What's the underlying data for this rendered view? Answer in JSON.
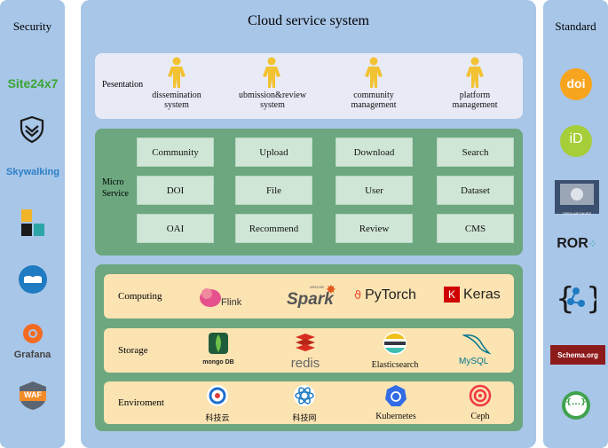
{
  "security": {
    "title": "Security",
    "items": [
      {
        "name": "site24x7",
        "text": "Site24x7"
      },
      {
        "name": "shield-logo",
        "text": ""
      },
      {
        "name": "skywalking",
        "text": "Skywalking"
      },
      {
        "name": "elk-logo",
        "text": ""
      },
      {
        "name": "database-logo",
        "text": ""
      },
      {
        "name": "grafana",
        "text": "Grafana"
      },
      {
        "name": "waf",
        "text": "WAF"
      }
    ]
  },
  "main": {
    "title": "Cloud service system",
    "presentation": {
      "label": "Pesentation",
      "items": [
        {
          "line1": "dissemination",
          "line2": "system"
        },
        {
          "line1": "ubmission&review",
          "line2": "system"
        },
        {
          "line1": "community",
          "line2": "management"
        },
        {
          "line1": "platform",
          "line2": "management"
        }
      ]
    },
    "micro_service": {
      "label_line1": "Micro",
      "label_line2": "Service",
      "cells": [
        "Community",
        "Upload",
        "Download",
        "Search",
        "DOI",
        "File",
        "User",
        "Dataset",
        "OAI",
        "Recommend",
        "Review",
        "CMS"
      ]
    },
    "computing": {
      "label": "Computing",
      "logos": [
        "Flink",
        "Spark",
        "PyTorch",
        "Keras"
      ],
      "spark_small": "APACHE",
      "keras_badge": "K"
    },
    "storage": {
      "label": "Storage",
      "logos": [
        "mongo DB",
        "redis",
        "Elasticsearch",
        "MySQL"
      ]
    },
    "environment": {
      "label": "Enviroment",
      "logos": [
        "科技云",
        "科技网",
        "Kubernetes",
        "Ceph"
      ]
    }
  },
  "standard": {
    "title": "Standard",
    "items": [
      {
        "name": "doi",
        "text": "doi"
      },
      {
        "name": "orcid",
        "text": "iD"
      },
      {
        "name": "open-archives",
        "text": "OPEN ARCHIVES"
      },
      {
        "name": "ror",
        "text": "ROR"
      },
      {
        "name": "json-ld",
        "text": ""
      },
      {
        "name": "schema-org",
        "text": "Schema.org"
      },
      {
        "name": "json-schema",
        "text": "{...}"
      }
    ]
  },
  "colors": {
    "panel": "#a8c6e8",
    "presentation_bg": "#e8ebf6",
    "green_panel": "#6ca77f",
    "cell_bg": "#cfe6d6",
    "row_bg": "#fbe3b2",
    "person": "#f2c232"
  }
}
